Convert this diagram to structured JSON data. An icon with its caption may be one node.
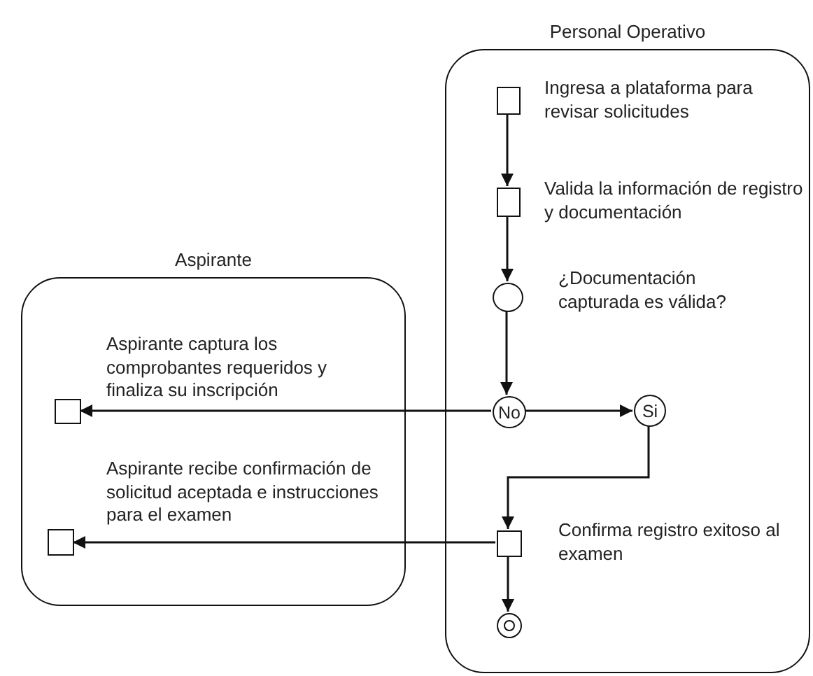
{
  "diagram": {
    "nodes": [
      {
        "text": [
          "Personal Operativo"
        ]
      },
      {
        "text": [
          "Aspirante"
        ]
      },
      {
        "text": [],
        "shape": "box",
        "in": 0,
        "beside": [
          "Ingresa a plataforma para revisar solicitudes"
        ]
      },
      {
        "text": [],
        "shape": "box",
        "in": 0,
        "beside": [
          "Valida la información de registro y documentación"
        ]
      },
      {
        "text": [],
        "shape": "circle",
        "in": 0,
        "beside": [
          "¿Documentación capturada es válida?"
        ]
      },
      {
        "text": [
          "No"
        ],
        "in": 0
      },
      {
        "text": [
          "Si"
        ],
        "in": 0
      },
      {
        "text": [],
        "shape": "box",
        "in": 0,
        "beside": [
          "Confirma registro exitoso al examen"
        ]
      },
      {
        "text": [],
        "shape": "circle",
        "in": 0
      },
      {
        "text": [],
        "shape": "box",
        "in": 1,
        "beside": [
          "Aspirante captura los comprobantes requeridos y finaliza su inscripción"
        ]
      },
      {
        "text": [],
        "shape": "box",
        "in": 1,
        "beside": [
          "Aspirante recibe confirmación de solicitud aceptada e instrucciones para el examen"
        ]
      }
    ],
    "edges": [
      {
        "from": 2,
        "to": 3,
        "arrow": "to"
      },
      {
        "from": 3,
        "to": 4,
        "arrow": "to"
      },
      {
        "from": 4,
        "to": 5,
        "arrow": "to"
      },
      {
        "from": 5,
        "to": 9,
        "arrow": "to"
      },
      {
        "from": 5,
        "to": 6,
        "arrow": "to"
      },
      {
        "from": 6,
        "to": 7,
        "arrow": "to"
      },
      {
        "from": 7,
        "to": 10,
        "arrow": "to"
      },
      {
        "from": 7,
        "to": 8,
        "arrow": "to"
      }
    ]
  }
}
